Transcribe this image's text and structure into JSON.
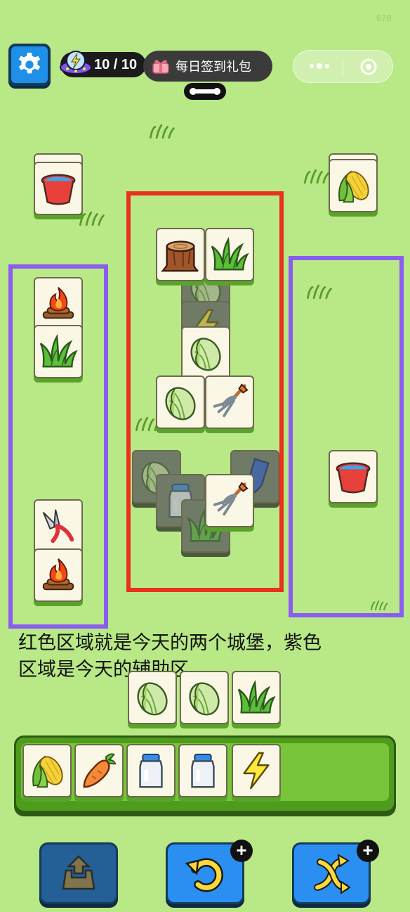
{
  "header": {
    "energy_text": "10 / 10",
    "gift_label": "每日签到礼包",
    "version_number": "678"
  },
  "caption": {
    "line1": "红色区域就是今天的两个城堡，紫色",
    "line2": "区域是今天的辅助区"
  },
  "tiles": {
    "left_stack_top": "bucket-icon",
    "right_stack_top": "corn-icon",
    "right_side": "bucket-icon",
    "left_side": [
      "fire-icon",
      "grass-icon",
      "shears-icon",
      "fire-icon"
    ],
    "castle_top": [
      "stump-icon",
      "grass-icon",
      "cabbage-icon",
      "cabbage-icon",
      "pitchfork-icon"
    ],
    "castle_bottom": [
      "cabbage-icon",
      "milk-icon",
      "pitchfork-icon",
      "grass-icon",
      "boot-icon"
    ],
    "above_tray": [
      "cabbage-icon",
      "cabbage-icon",
      "grass-icon"
    ]
  },
  "tray": {
    "slots": [
      "corn-icon",
      "carrot-icon",
      "milk-icon",
      "milk-icon",
      "lightning-icon"
    ],
    "capacity": 7
  },
  "buttons": {
    "remove_plus": "+",
    "shuffle_plus": "+"
  },
  "colors": {
    "background": "#b9e986",
    "red_region": "#e8321c",
    "purple_region": "#8a5cf0",
    "button_blue": "#2a8ff0"
  }
}
